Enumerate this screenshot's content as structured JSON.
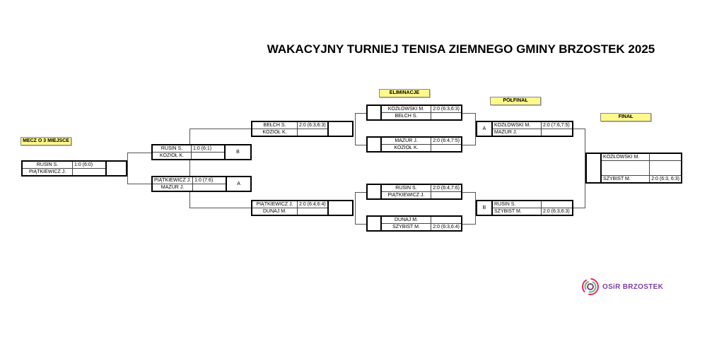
{
  "title": "WAKACYJNY TURNIEJ TENISA ZIEMNEGO GMINY BRZOSTEK 2025",
  "labels": {
    "third": "MECZ O 3 MIEJSCE",
    "elim": "ELIMINACJE",
    "semi": "PÓŁFINAŁ",
    "final": "FINAŁ"
  },
  "third_place": {
    "p1": "RUSIN S.",
    "p2": "PIĄTKIEWICZ J.",
    "score": "1:0 (6:0)"
  },
  "consolation": [
    {
      "mark": "B",
      "p1": "RUSIN S.",
      "p2": "KOZIOŁ K.",
      "score": "1:0 (6:1)"
    },
    {
      "mark": "A",
      "p1": "PIĄTKIEWICZ J.",
      "p2": "MAZUR J.",
      "score": "1:0 (7:6)"
    }
  ],
  "losers_r1": [
    {
      "p1": "BEŁCH S.",
      "p2": "KOZIOŁ K.",
      "score": "2:0 (6:3,6:3)"
    },
    {
      "p1": "PIĄTKIEWICZ J.",
      "p2": "DUNAJ M.",
      "score": "2:0 (6:4,6:4)"
    }
  ],
  "elim": [
    {
      "p1": "KOZŁOWSKI M.",
      "s1": "2:0 (6:3,6:3)",
      "p2": "BEŁCH S.",
      "s2": ""
    },
    {
      "p1": "MAZUR J.",
      "s1": "2:0 (6:4,7:5)",
      "p2": "KOZIOŁ K.",
      "s2": ""
    },
    {
      "p1": "RUSIN S.",
      "s1": "2:0 (6:4,7:6)",
      "p2": "PIĄTKIEWICZ J.",
      "s2": ""
    },
    {
      "p1": "DUNAJ M.",
      "s1": "",
      "p2": "SZYBIST M.",
      "s2": "2:0 (6:3,6:4)"
    }
  ],
  "semi": [
    {
      "mark": "A",
      "p1": "KOZŁOWSKI M.",
      "s1": "2:0 (7:6,7:5)",
      "p2": "MAZUR J.",
      "s2": ""
    },
    {
      "mark": "B",
      "p1": "RUSIN S.",
      "s1": "",
      "p2": "SZYBIST M.",
      "s2": "2:0 (6:3,6:3)"
    }
  ],
  "final": {
    "p1": "KOZŁOWSKI M.",
    "p2": "SZYBIST M.",
    "score": "2:0 (6:3, 6:3)"
  },
  "logo": {
    "text": "OSiR BRZOSTEK",
    "colors": [
      "#e0287a",
      "#7b3f9e",
      "#6cc04a"
    ]
  }
}
